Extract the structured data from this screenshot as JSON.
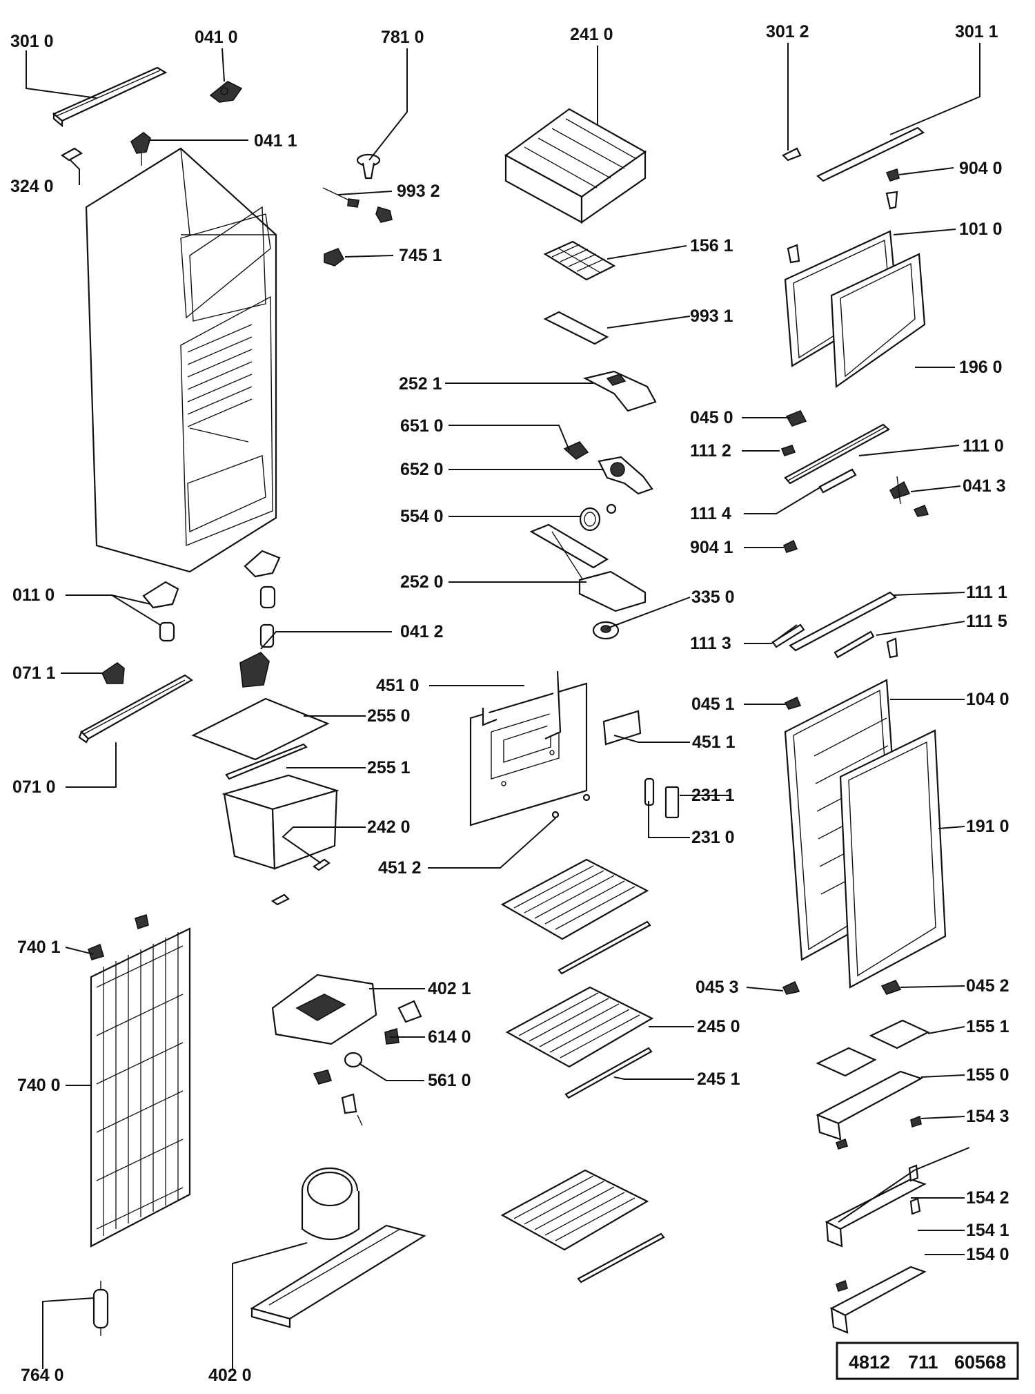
{
  "labels": {
    "l3010": "301 0",
    "l0410": "041 0",
    "l7810": "781 0",
    "l2410": "241 0",
    "l3012": "301 2",
    "l3011": "301 1",
    "l0411": "041 1",
    "l3240": "324 0",
    "l9932": "993 2",
    "l7451": "745 1",
    "l1561": "156 1",
    "l9040": "904 0",
    "l1010": "101 0",
    "l9931": "993 1",
    "l1960": "196 0",
    "l2521": "252 1",
    "l0450": "045 0",
    "l6510": "651 0",
    "l1112": "111 2",
    "l1110": "111 0",
    "l6520": "652 0",
    "l0413": "041 3",
    "l5540": "554 0",
    "l1114": "111 4",
    "l9041": "904 1",
    "l2520": "252 0",
    "l0110": "011 0",
    "l3350": "335 0",
    "l1111": "111 1",
    "l0412": "041 2",
    "l1113": "111 3",
    "l1115": "111 5",
    "l0711": "071 1",
    "l4510": "451 0",
    "l0451": "045 1",
    "l1040": "104 0",
    "l2550": "255 0",
    "l4511": "451 1",
    "l2551": "255 1",
    "l0710": "071 0",
    "l2311": "231 1",
    "l2420": "242 0",
    "l1910": "191 0",
    "l2310": "231 0",
    "l4512": "451 2",
    "l7401": "740 1",
    "l4021": "402 1",
    "l0453": "045 3",
    "l0452": "045 2",
    "l6140": "614 0",
    "l2450": "245 0",
    "l1551": "155 1",
    "l7400": "740 0",
    "l5610": "561 0",
    "l2451": "245 1",
    "l1550": "155 0",
    "l1543": "154 3",
    "l1542": "154 2",
    "l1541": "154 1",
    "l1540": "154 0",
    "l7640": "764 0",
    "l4020": "402  0"
  },
  "reference": {
    "code1": "4812",
    "code2": "711",
    "code3": "60568"
  }
}
